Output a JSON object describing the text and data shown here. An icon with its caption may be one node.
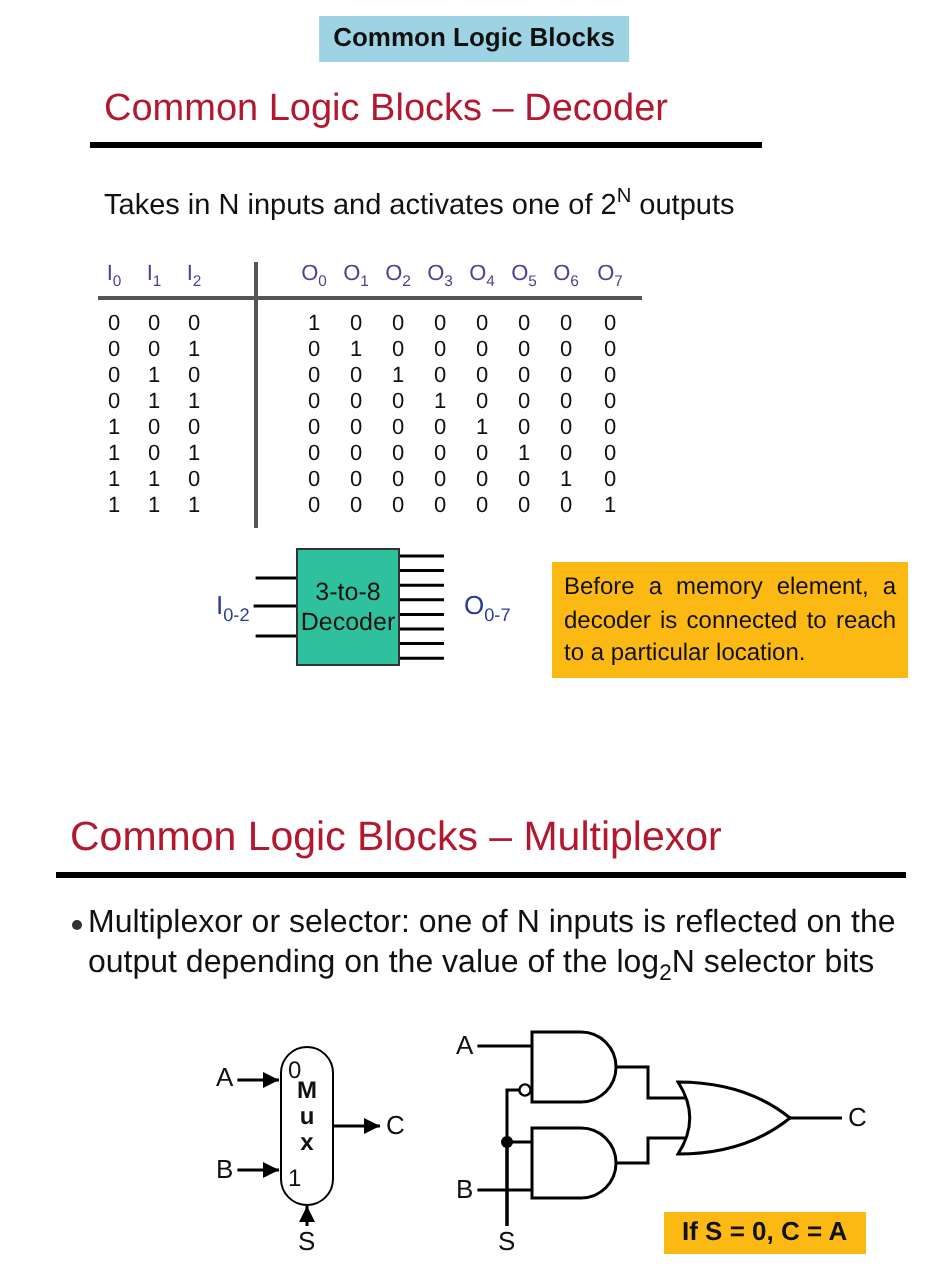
{
  "diagram": {
    "title": "Common Logic Blocks",
    "nodes": [
      {
        "text": [
          "I$_{0-2}$"
        ]
      },
      {
        "text": [
          "3-to-8 Decoder"
        ]
      },
      {
        "text": [
          "Before a memory element, a decoder is connected to reach to a particular location."
        ]
      },
      {
        "text": [
          "A"
        ]
      },
      {
        "text": [
          "0",
          "M u x",
          "1"
        ]
      },
      {
        "text": [
          "C"
        ]
      },
      {
        "text": [
          "B"
        ]
      },
      {
        "text": [
          "S"
        ]
      },
      {
        "text": [
          "A"
        ]
      },
      {
        "text": [],
        "shape": "and-gate"
      },
      {
        "text": [],
        "shape": "or-gate"
      },
      {
        "text": [
          "C"
        ]
      },
      {
        "text": [],
        "shape": "and-gate"
      },
      {
        "text": [
          "B"
        ]
      },
      {
        "text": [
          "S"
        ]
      },
      {
        "text": [
          "If S = 0, C = A"
        ]
      }
    ],
    "edges": [
      {
        "from": 0,
        "to": 1,
        "arrow": "none"
      },
      {
        "from": 0,
        "to": 1,
        "arrow": "none"
      },
      {
        "from": 0,
        "to": 1,
        "arrow": "none"
      },
      {
        "from": 1,
        "to": null,
        "arrow": "none"
      },
      {
        "from": 1,
        "to": null,
        "arrow": "none"
      },
      {
        "from": 1,
        "to": null,
        "arrow": "none"
      },
      {
        "from": 1,
        "to": null,
        "arrow": "none"
      },
      {
        "from": 1,
        "to": null,
        "arrow": "none"
      },
      {
        "from": 1,
        "to": null,
        "arrow": "none"
      },
      {
        "from": 1,
        "to": null,
        "arrow": "none"
      },
      {
        "from": 1,
        "to": null,
        "arrow": "none"
      },
      {
        "from": 3,
        "to": 4,
        "arrow": "to"
      },
      {
        "from": 6,
        "to": 4,
        "arrow": "to"
      },
      {
        "from": 4,
        "to": 5,
        "arrow": "to"
      },
      {
        "from": 7,
        "to": 4,
        "arrow": "to"
      },
      {
        "from": 8,
        "to": 9,
        "arrow": "none"
      },
      {
        "from": 14,
        "to": 9,
        "arrow": "other"
      },
      {
        "from": 14,
        "to": 12,
        "arrow": "none"
      },
      {
        "from": 13,
        "to": 12,
        "arrow": "none"
      },
      {
        "from": 9,
        "to": 10,
        "arrow": "none"
      },
      {
        "from": 12,
        "to": 10,
        "arrow": "none"
      },
      {
        "from": 10,
        "to": 11,
        "arrow": "none"
      }
    ],
    "labels": [
      "Common Logic Blocks – Decoder",
      "Takes in N inputs and activates one of 2$^{N}$ outputs",
      "I$_{0}$",
      "I$_{1}$",
      "I$_{2}$",
      "O$_{0}$",
      "O$_{1}$",
      "O$_{2}$",
      "O$_{3}$",
      "O$_{4}$",
      "O$_{5}$",
      "O$_{6}$",
      "O$_{7}$",
      "0",
      "0",
      "0",
      "1",
      "0",
      "0",
      "0",
      "0",
      "0",
      "0",
      "0",
      "0",
      "0",
      "1",
      "0",
      "1",
      "0",
      "0",
      "0",
      "0",
      "0",
      "0",
      "0",
      "1",
      "0",
      "0",
      "0",
      "1",
      "0",
      "0",
      "0",
      "0",
      "0",
      "0",
      "1",
      "1",
      "0",
      "0",
      "0",
      "1",
      "0",
      "0",
      "0",
      "0",
      "1",
      "0",
      "0",
      "0",
      "0",
      "0",
      "0",
      "1",
      "0",
      "0",
      "0",
      "1",
      "0",
      "1",
      "0",
      "0",
      "0",
      "0",
      "0",
      "1",
      "0",
      "0",
      "1",
      "1",
      "0",
      "0",
      "0",
      "0",
      "0",
      "0",
      "0",
      "1",
      "0",
      "1",
      "1",
      "1",
      "0",
      "0",
      "0",
      "0",
      "0",
      "0",
      "0",
      "1",
      "O$_{0-7}$",
      "Common Logic Blocks – Multiplexor",
      "Multiplexor or selector: one of N inputs is reflected on the output depending on the value of the log$_{2}$N selector bits"
    ]
  }
}
